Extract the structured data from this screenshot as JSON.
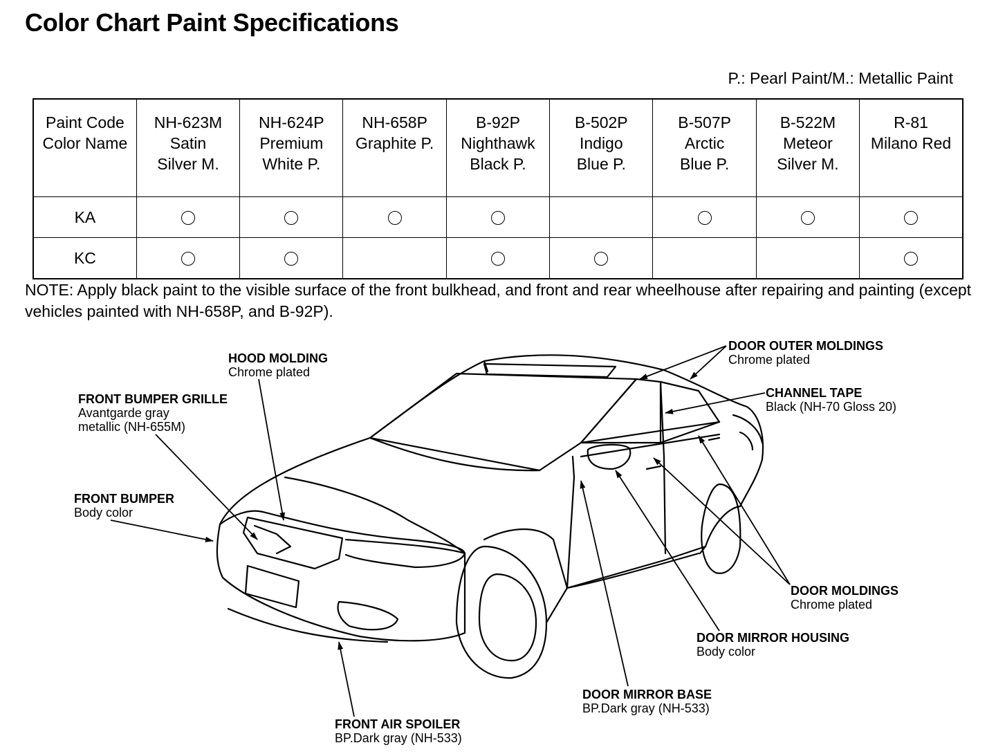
{
  "page": {
    "title": "Color Chart Paint Specifications",
    "legend": "P.: Pearl Paint/M.: Metallic Paint"
  },
  "table": {
    "header_label": [
      "Paint Code",
      "Color Name"
    ],
    "columns": [
      {
        "code": "NH-623M",
        "name": [
          "Satin",
          "Silver M."
        ]
      },
      {
        "code": "NH-624P",
        "name": [
          "Premium",
          "White P."
        ]
      },
      {
        "code": "NH-658P",
        "name": [
          "Graphite P."
        ]
      },
      {
        "code": "B-92P",
        "name": [
          "Nighthawk",
          "Black P."
        ]
      },
      {
        "code": "B-502P",
        "name": [
          "Indigo",
          "Blue P."
        ]
      },
      {
        "code": "B-507P",
        "name": [
          "Arctic",
          "Blue P."
        ]
      },
      {
        "code": "B-522M",
        "name": [
          "Meteor",
          "Silver M."
        ]
      },
      {
        "code": "R-81",
        "name": [
          "Milano Red"
        ]
      }
    ],
    "rows": [
      {
        "model": "KA",
        "available": [
          true,
          true,
          true,
          true,
          false,
          true,
          true,
          true
        ]
      },
      {
        "model": "KC",
        "available": [
          true,
          true,
          false,
          true,
          true,
          false,
          false,
          true
        ]
      }
    ]
  },
  "note": "NOTE: Apply black paint to the visible surface of the front bulkhead, and front and rear wheelhouse after repairing and painting (except vehicles painted with NH-658P, and B-92P).",
  "callouts": {
    "hood_molding": {
      "title": "HOOD MOLDING",
      "desc": [
        "Chrome plated"
      ]
    },
    "front_bumper_grille": {
      "title": "FRONT BUMPER GRILLE",
      "desc": [
        "Avantgarde gray",
        "metallic (NH-655M)"
      ]
    },
    "front_bumper": {
      "title": "FRONT BUMPER",
      "desc": [
        "Body color"
      ]
    },
    "front_air_spoiler": {
      "title": "FRONT AIR SPOILER",
      "desc": [
        "BP.Dark gray (NH-533)"
      ]
    },
    "door_outer_moldings": {
      "title": "DOOR OUTER MOLDINGS",
      "desc": [
        "Chrome plated"
      ]
    },
    "channel_tape": {
      "title": "CHANNEL TAPE",
      "desc": [
        "Black (NH-70 Gloss 20)"
      ]
    },
    "door_moldings": {
      "title": "DOOR MOLDINGS",
      "desc": [
        "Chrome plated"
      ]
    },
    "door_mirror_housing": {
      "title": "DOOR MIRROR HOUSING",
      "desc": [
        "Body color"
      ]
    },
    "door_mirror_base": {
      "title": "DOOR MIRROR BASE",
      "desc": [
        "BP.Dark gray (NH-533)"
      ]
    }
  }
}
